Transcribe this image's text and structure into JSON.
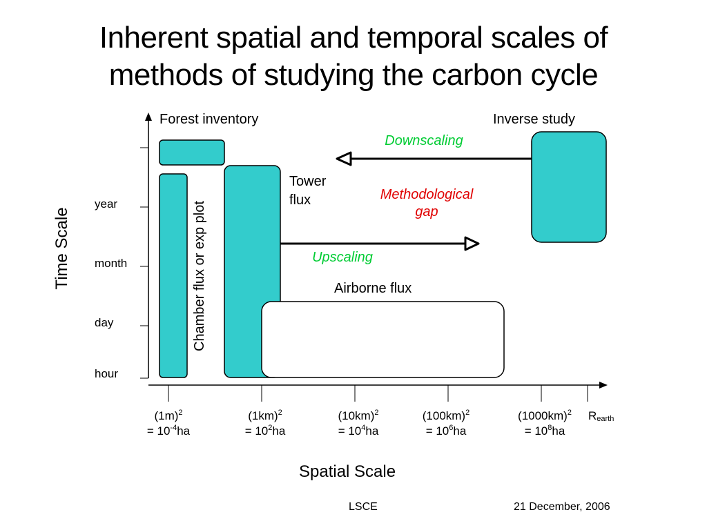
{
  "slide": {
    "title_line1": "Inherent spatial and temporal scales of",
    "title_line2": "methods of studying the carbon cycle"
  },
  "diagram": {
    "y_axis_title": "Time Scale",
    "x_axis_title": "Spatial Scale",
    "y_ticks": [
      "year",
      "month",
      "day",
      "hour"
    ],
    "x_ticks": [
      {
        "top": "(1m)",
        "top_sup": "2",
        "bottom_pre": "= 10",
        "bottom_sup": "-4",
        "bottom_post": "ha"
      },
      {
        "top": "(1km)",
        "top_sup": "2",
        "bottom_pre": "= 10",
        "bottom_sup": "2",
        "bottom_post": "ha"
      },
      {
        "top": "(10km)",
        "top_sup": "2",
        "bottom_pre": "= 10",
        "bottom_sup": "4",
        "bottom_post": "ha"
      },
      {
        "top": "(100km)",
        "top_sup": "2",
        "bottom_pre": "= 10",
        "bottom_sup": "6",
        "bottom_post": "ha"
      },
      {
        "top": "(1000km)",
        "top_sup": "2",
        "bottom_pre": "= 10",
        "bottom_sup": "8",
        "bottom_post": "ha"
      }
    ],
    "r_earth": {
      "main": "R",
      "sub": "earth"
    },
    "labels": {
      "forest_inventory": "Forest inventory",
      "inverse_study": "Inverse study",
      "tower_flux_line1": "Tower",
      "tower_flux_line2": "flux",
      "chamber_flux": "Chamber flux or exp plot",
      "airborne_flux": "Airborne flux",
      "downscaling": "Downscaling",
      "upscaling": "Upscaling",
      "methodological_gap_line1": "Methodological",
      "methodological_gap_line2": "gap"
    },
    "colors": {
      "fill": "#33cccc",
      "airborne_fill": "#ffffff",
      "downscaling": "#00cc33",
      "upscaling": "#00cc33",
      "methodological_gap": "#e00000"
    }
  },
  "footer": {
    "org": "LSCE",
    "date": "21 December, 2006"
  }
}
